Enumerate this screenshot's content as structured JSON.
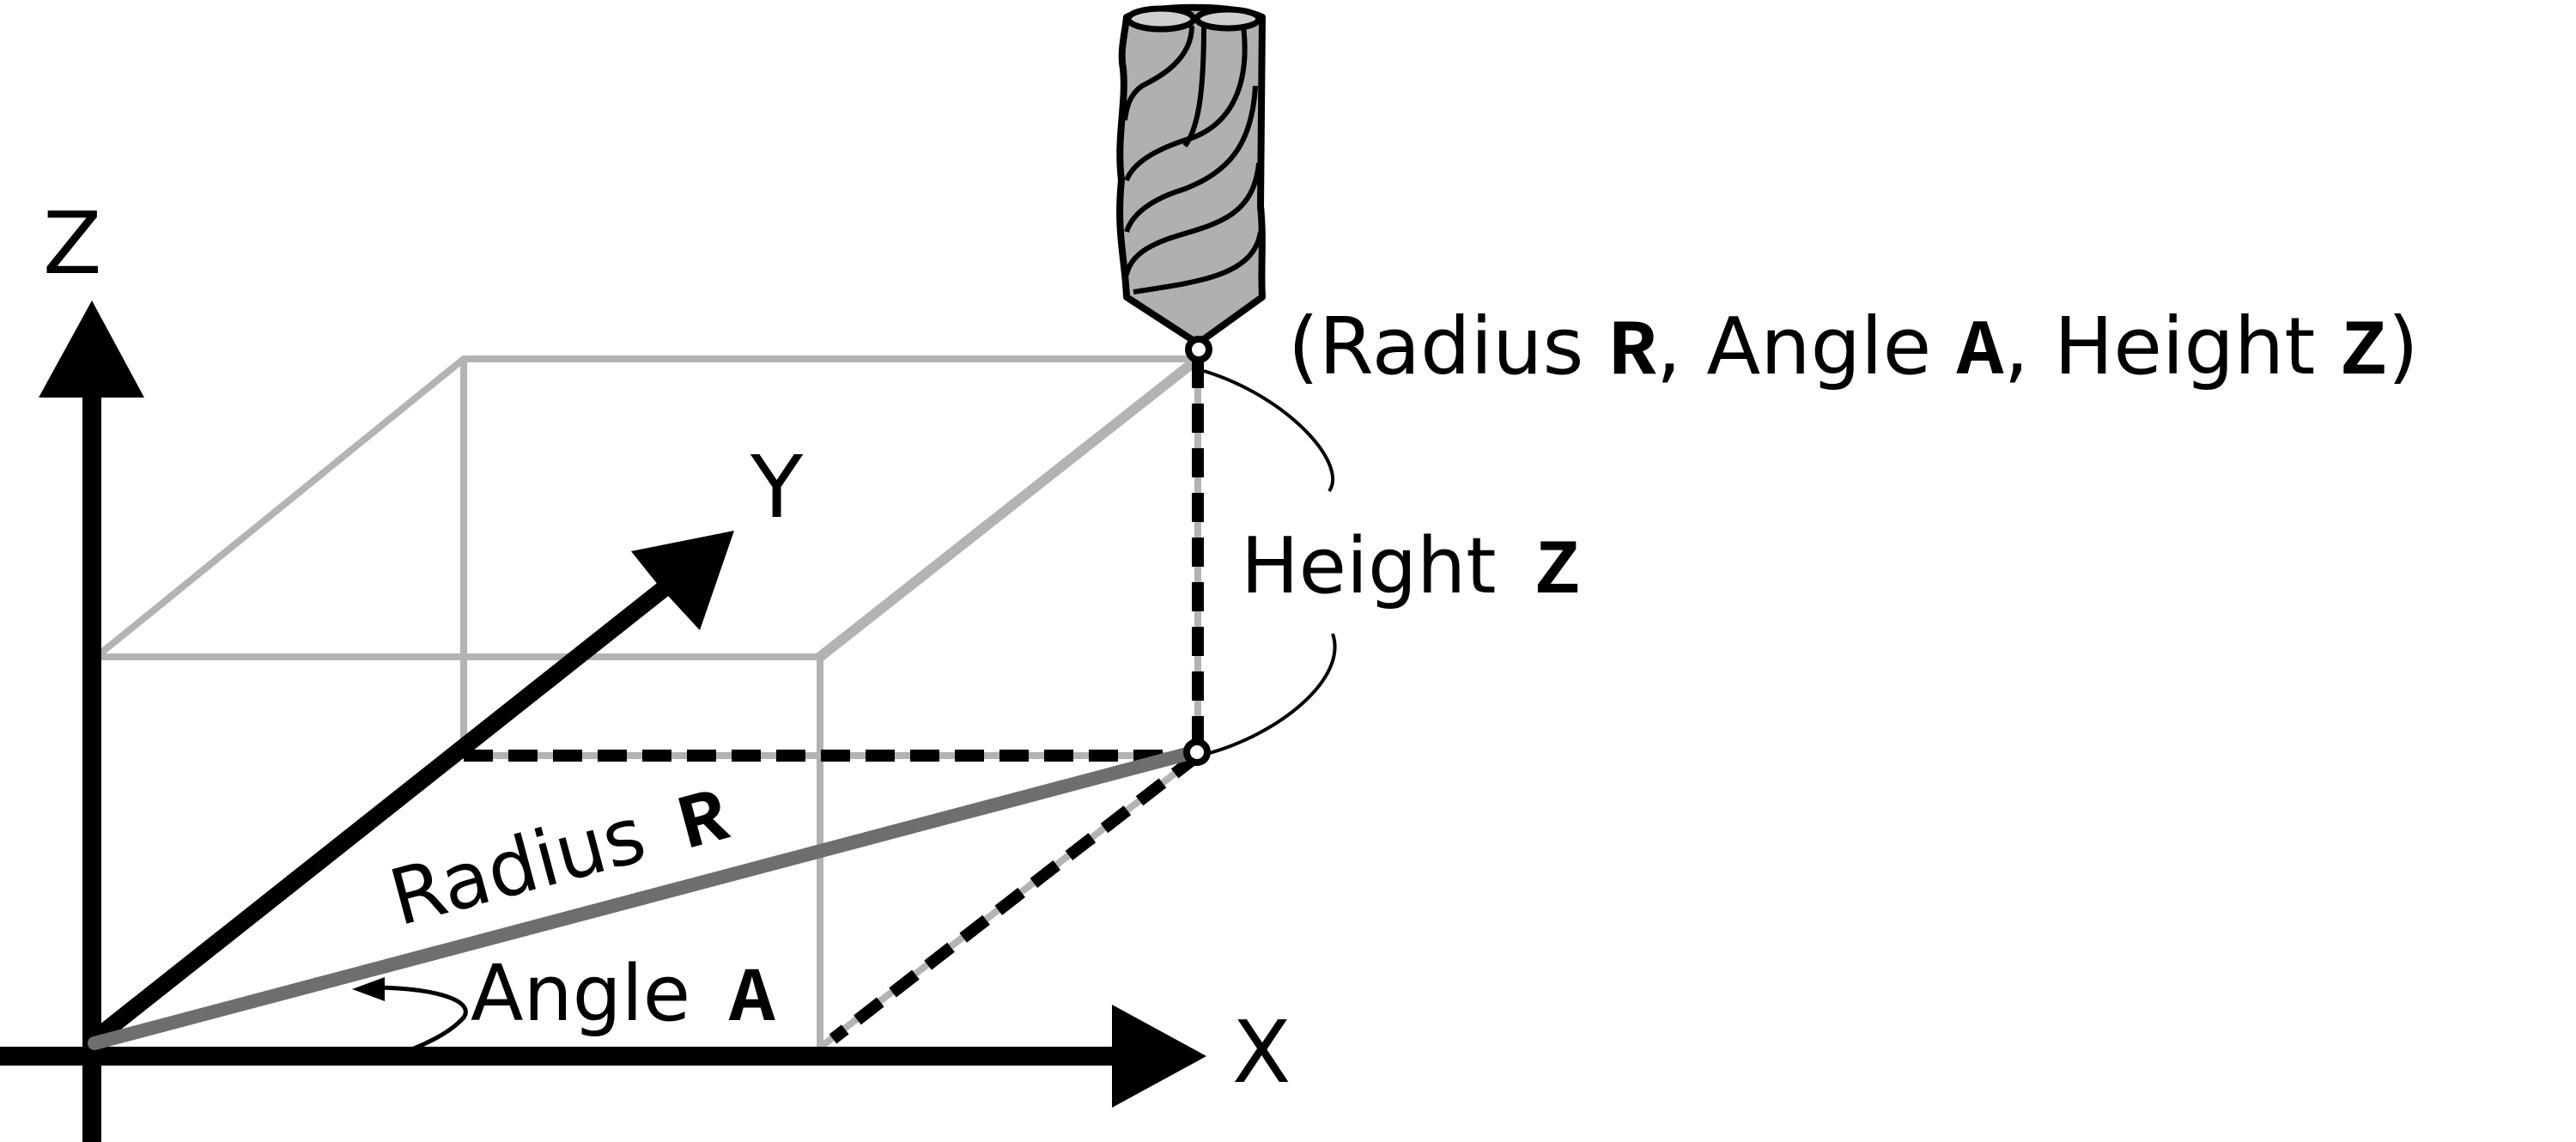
{
  "axes": {
    "z_label": "Z",
    "y_label": "Y",
    "x_label": "X"
  },
  "labels": {
    "radius": {
      "word": "Radius",
      "var": "R"
    },
    "angle": {
      "word": "Angle",
      "var": "A"
    },
    "height": {
      "word": "Height",
      "var": "Z"
    },
    "coordinate": {
      "open": "(",
      "radius_word": "Radius ",
      "radius_var": "R",
      "sep1": ", ",
      "angle_word": "Angle ",
      "angle_var": "A",
      "sep2": ", ",
      "height_word": "Height ",
      "height_var": "Z",
      "close": ")"
    }
  },
  "tool": {
    "name": "end-mill"
  },
  "colors": {
    "axis": "#000000",
    "box": "#b3b3b3",
    "radius_line": "#6e6e6e",
    "tool_fill": "#b0b0b0",
    "dashed": "#000000"
  }
}
